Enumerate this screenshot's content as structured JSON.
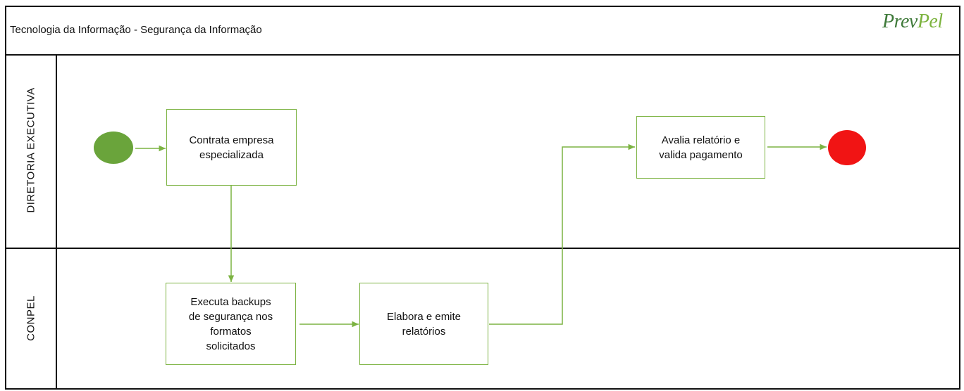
{
  "header": {
    "title": "Tecnologia da Informação - Segurança da Informação",
    "logo_text_main": "Prev",
    "logo_text_accent": "Pel"
  },
  "lanes": [
    {
      "label": "DIRETORIA EXECUTIVA"
    },
    {
      "label": "CONPEL"
    }
  ],
  "tasks": {
    "contrata": "Contrata empresa\nespecializada",
    "avalia": "Avalia relatório e\nvalida pagamento",
    "executa": "Executa backups\nde segurança nos\nformatos\nsolicitados",
    "elabora": "Elabora e emite\nrelatórios"
  },
  "colors": {
    "border": "#111111",
    "task_border": "#7cb342",
    "connector": "#7cb342",
    "start_event": "#6aa43b",
    "end_event": "#f11414"
  }
}
